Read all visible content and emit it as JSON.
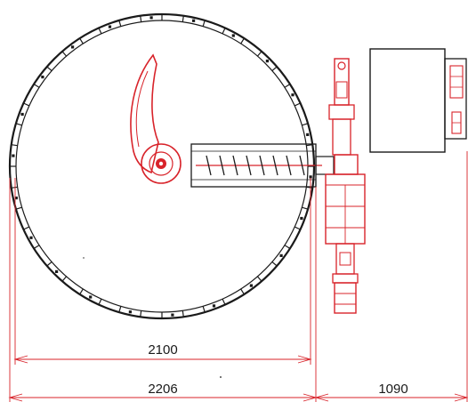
{
  "dimensions": {
    "drum_diameter": "2100",
    "overall_drum_width": "2206",
    "side_unit_width": "1090"
  },
  "colors": {
    "outline": "#1a1a1a",
    "detail": "#d8232a",
    "background": "#ffffff"
  }
}
